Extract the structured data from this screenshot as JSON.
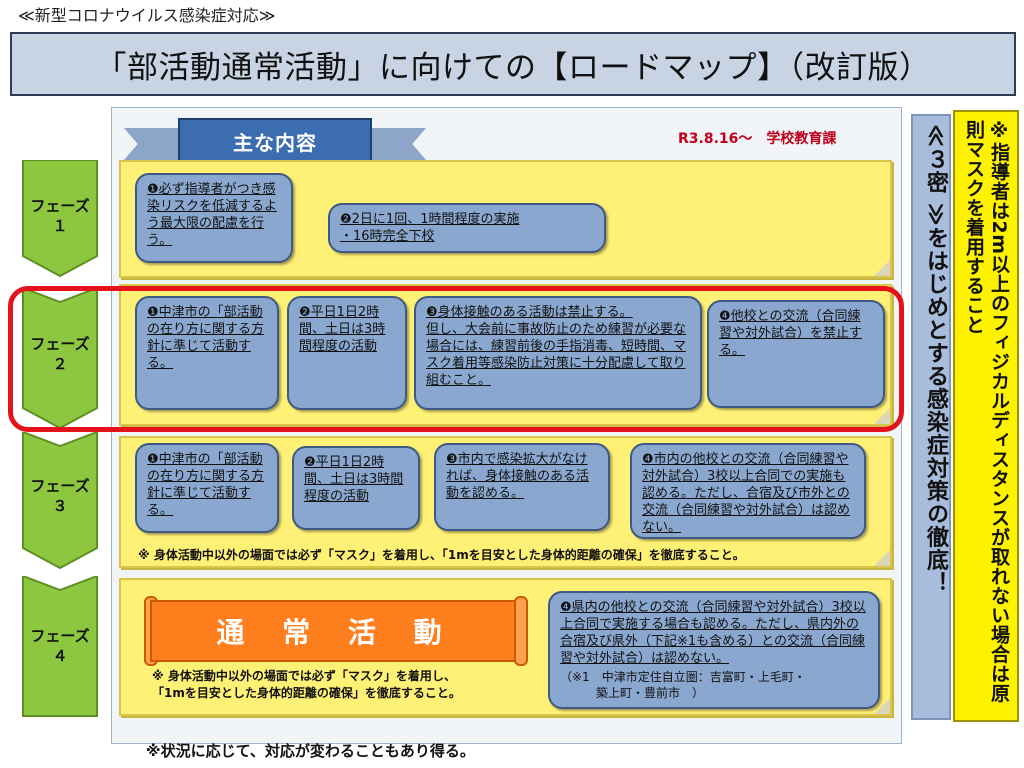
{
  "header": {
    "subtitle": "≪新型コロナウイルス感染症対応≫",
    "title": "「部活動通常活動」に向けての【ロードマップ】（改訂版）"
  },
  "ribbon": {
    "label": "主な内容"
  },
  "date_label": "R3.8.16～　学校教育課",
  "phases": [
    {
      "label": "フェーズ\n１",
      "items": [
        "❶必ず指導者がつき感染リスクを低減するよう最大限の配慮を行う。",
        "❷2日に1回、1時間程度の実施\n・16時完全下校"
      ]
    },
    {
      "label": "フェーズ\n２",
      "items": [
        "❶中津市の「部活動の在り方に関する方針に準じて活動する。",
        "❷平日1日2時間、土日は3時間程度の活動",
        "❸身体接触のある活動は禁止する。\n但し、大会前に事故防止のため練習が必要な場合には、練習前後の手指消毒、短時間、マスク着用等感染防止対策に十分配慮して取り組むこと。",
        "❹他校との交流（合同練習や対外試合）を禁止する。"
      ]
    },
    {
      "label": "フェーズ\n３",
      "items": [
        "❶中津市の「部活動の在り方に関する方針に準じて活動する。",
        "❷平日1日2時間、土日は3時間程度の活動",
        "❸市内で感染拡大がなければ、身体接触のある活動を認める。",
        "❹市内の他校との交流（合同練習や対外試合）3校以上合同での実施も認める。ただし、合宿及び市外との交流（合同練習や対外試合）は認めない。"
      ],
      "note": "※ 身体活動中以外の場面では必ず「マスク」を着用し、「1mを目安とした身体的距離の確保」を徹底すること。"
    },
    {
      "label": "フェーズ\n４",
      "items": [
        "❹県内の他校との交流（合同練習や対外試合）3校以上合同で実施する場合も認める。ただし、県内外の合宿及び県外（下記※1も含める）との交流（合同練習や対外試合）は認めない。",
        "（※1　中津市定住自立圏：吉富町・上毛町・\n　　　築上町・豊前市　）"
      ],
      "banner": "通 常 活 動",
      "note": "※ 身体活動中以外の場面では必ず「マスク」を着用し、\n「1mを目安とした身体的距離の確保」を徹底すること。"
    }
  ],
  "side_blue": "≪３密 ≫をはじめとする感染症対策の徹底！",
  "side_yellow": "※指導者は2m以上のフィジカルディスタンスが取れない場合は原則マスクを着用すること",
  "footer_note": "※状況に応じて、対応が変わることもあり得る。",
  "colors": {
    "panel": "#fff176",
    "box": "#8aa8cf",
    "phase_arrow": "#8dc63f",
    "highlight_ring": "#e3121b",
    "banner": "#ff7f1e",
    "ribbon": "#3b6db0",
    "side_yellow": "#fff200"
  }
}
